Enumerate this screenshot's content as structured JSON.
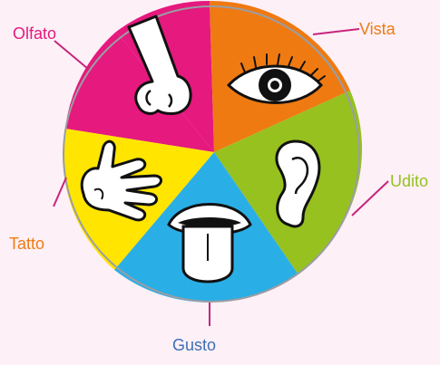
{
  "senses": [
    {
      "id": "olfato",
      "label": "Olfato",
      "color": "#e5197e",
      "icon": "nose-icon"
    },
    {
      "id": "vista",
      "label": "Vista",
      "color": "#ef7a12",
      "icon": "eye-icon"
    },
    {
      "id": "udito",
      "label": "Udito",
      "color": "#96c11f",
      "icon": "ear-icon"
    },
    {
      "id": "gusto",
      "label": "Gusto",
      "color": "#2aaee6",
      "icon": "tongue-icon"
    },
    {
      "id": "tatto",
      "label": "Tatto",
      "color": "#ffe500",
      "icon": "hand-icon"
    }
  ],
  "colors": {
    "background": "#fdf0f7",
    "outline": "#9a9ea3",
    "leader_line": "#c8247d",
    "label_gusto": "#3c6fb5"
  }
}
